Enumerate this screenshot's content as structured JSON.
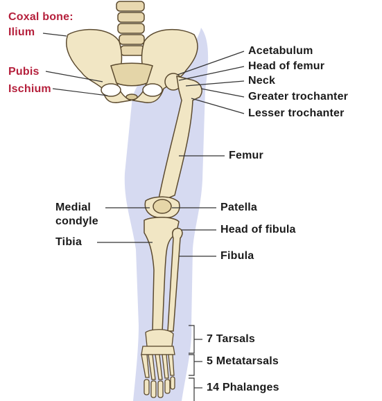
{
  "colors": {
    "bone": "#f1e6c4",
    "bone_outline": "#5b4a2f",
    "bone_shade": "#d9c99a",
    "leg_silhouette": "#cfd3ee",
    "spine_disc": "#e8d8b0",
    "leader_line": "#333333",
    "red_label": "#b5203c"
  },
  "labels": {
    "coxal_bone": "Coxal bone:",
    "ilium": "Ilium",
    "pubis": "Pubis",
    "ischium": "Ischium",
    "acetabulum": "Acetabulum",
    "head_of_femur": "Head of femur",
    "neck": "Neck",
    "greater_trochanter": "Greater trochanter",
    "lesser_trochanter": "Lesser trochanter",
    "femur": "Femur",
    "medial_condyle_1": "Medial",
    "medial_condyle_2": "condyle",
    "patella": "Patella",
    "head_of_fibula": "Head of fibula",
    "tibia": "Tibia",
    "fibula": "Fibula",
    "tarsals": "7 Tarsals",
    "metatarsals": "5 Metatarsals",
    "phalanges": "14 Phalanges"
  }
}
